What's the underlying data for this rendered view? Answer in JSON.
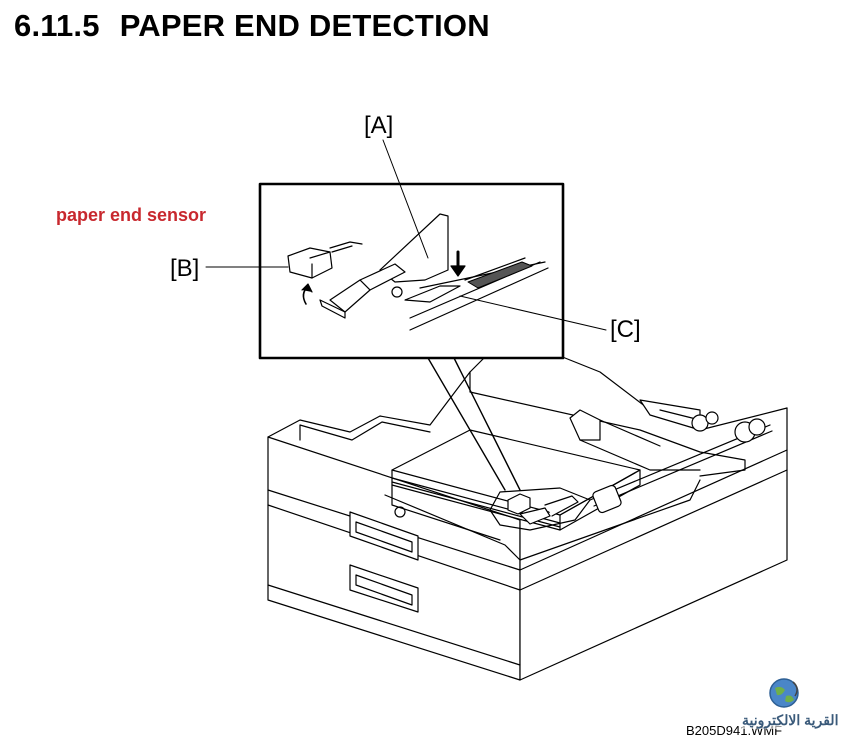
{
  "section": {
    "number": "6.11.5",
    "title": "PAPER END DETECTION"
  },
  "annotation": {
    "text": "paper end sensor",
    "color": "#c8282e"
  },
  "callouts": {
    "a": "[A]",
    "b": "[B]",
    "c": "[C]"
  },
  "figure_id": "B205D941.WMF",
  "watermark": {
    "text": "القرية الالكترونية",
    "icon": "globe-logo-icon"
  }
}
